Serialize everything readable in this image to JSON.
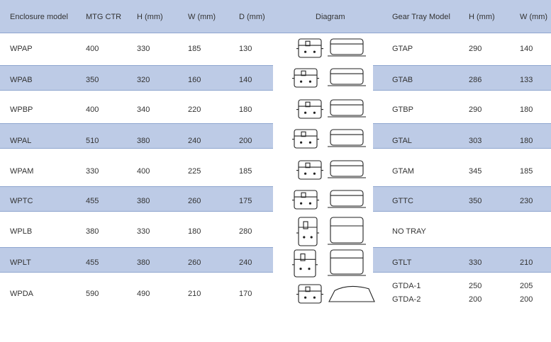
{
  "headers": [
    "Enclosure model",
    "MTG CTR",
    "H (mm)",
    "W (mm)",
    "D (mm)",
    "Diagram",
    "Gear Tray Model",
    "H (mm)",
    "W (mm)"
  ],
  "rows": [
    {
      "model": "WPAP",
      "mtg": "400",
      "h": "330",
      "w": "185",
      "d": "130",
      "tray": "GTAP",
      "th": "290",
      "tw": "140",
      "shaded": false,
      "tray_shaded": false
    },
    {
      "model": "WPAB",
      "mtg": "350",
      "h": "320",
      "w": "160",
      "d": "140",
      "tray": "GTAB",
      "th": "286",
      "tw": "133",
      "shaded": true,
      "tray_shaded": true
    },
    {
      "model": "WPBP",
      "mtg": "400",
      "h": "340",
      "w": "220",
      "d": "180",
      "tray": "GTBP",
      "th": "290",
      "tw": "180",
      "shaded": false,
      "tray_shaded": false
    },
    {
      "model": "WPAL",
      "mtg": "510",
      "h": "380",
      "w": "240",
      "d": "200",
      "tray": "GTAL",
      "th": "303",
      "tw": "180",
      "shaded": true,
      "tray_shaded": true
    },
    {
      "model": "WPAM",
      "mtg": "330",
      "h": "400",
      "w": "225",
      "d": "185",
      "tray": "GTAM",
      "th": "345",
      "tw": "185",
      "shaded": false,
      "tray_shaded": false
    },
    {
      "model": "WPTC",
      "mtg": "455",
      "h": "380",
      "w": "260",
      "d": "175",
      "tray": "GTTC",
      "th": "350",
      "tw": "230",
      "shaded": true,
      "tray_shaded": true
    },
    {
      "model": "WPLB",
      "mtg": "380",
      "h": "330",
      "w": "180",
      "d": "280",
      "tray": "NO TRAY",
      "th": "",
      "tw": "",
      "shaded": false,
      "tray_shaded": false
    },
    {
      "model": "WPLT",
      "mtg": "455",
      "h": "380",
      "w": "260",
      "d": "240",
      "tray": "GTLT",
      "th": "330",
      "tw": "210",
      "shaded": true,
      "tray_shaded": true
    },
    {
      "model": "WPDA",
      "mtg": "590",
      "h": "490",
      "w": "210",
      "d": "170",
      "tray": "GTDA-1",
      "th": "250",
      "tw": "205",
      "tray2": "GTDA-2",
      "th2": "200",
      "tw2": "200",
      "shaded": false,
      "tray_shaded": false
    }
  ],
  "colors": {
    "band": "#bdcbe6",
    "band_border": "#8ea5cf",
    "text": "#333333"
  }
}
